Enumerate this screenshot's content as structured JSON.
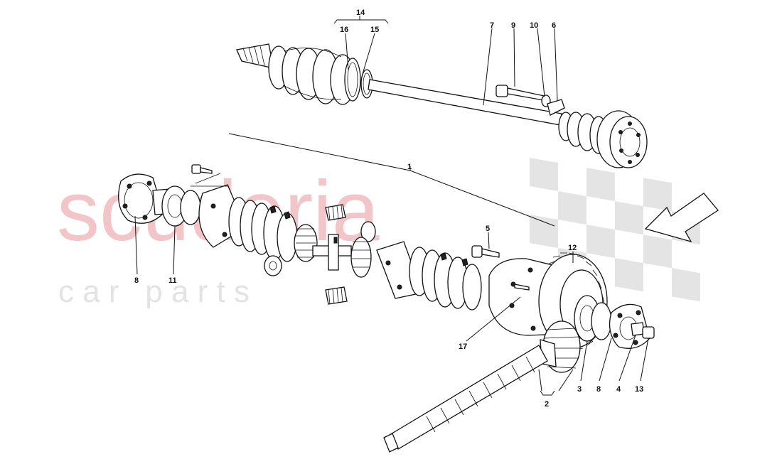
{
  "watermark": {
    "main": "scuderia",
    "sub": "c a r   p a r t s",
    "main_color": "#f2c5c8",
    "sub_color": "#e3e3e3",
    "flag_color": "#e4e4e4"
  },
  "callouts": {
    "c1": "1",
    "c2": "2",
    "c3": "3",
    "c4": "4",
    "c5": "5",
    "c6": "6",
    "c7": "7",
    "c8a": "8",
    "c8b": "8",
    "c9": "9",
    "c10": "10",
    "c11": "11",
    "c12": "12",
    "c13": "13",
    "c14": "14",
    "c15": "15",
    "c16": "16",
    "c17": "17"
  },
  "icons": {
    "direction": "arrow-icon"
  }
}
